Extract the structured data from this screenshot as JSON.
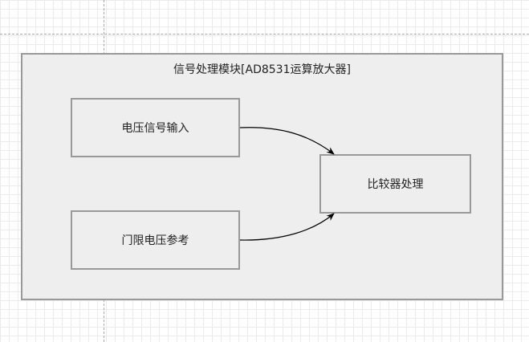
{
  "diagram": {
    "container": {
      "title": "信号处理模块[AD8531运算放大器]"
    },
    "nodes": {
      "input": "电压信号输入",
      "reference": "门限电压参考",
      "comparator": "比较器处理"
    },
    "edges": [
      {
        "from": "电压信号输入",
        "to": "比较器处理"
      },
      {
        "from": "门限电压参考",
        "to": "比较器处理"
      }
    ]
  }
}
